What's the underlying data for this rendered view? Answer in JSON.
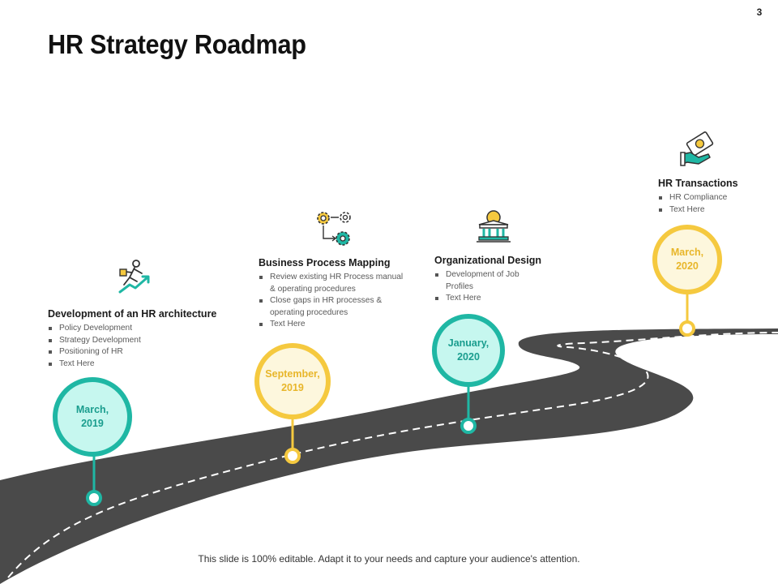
{
  "slide": {
    "page_number": "3",
    "title": "HR Strategy Roadmap",
    "footer": "This slide is 100% editable. Adapt it to your needs and capture your audience's attention."
  },
  "colors": {
    "teal": "#1fb7a4",
    "teal_fill": "#c6f7ef",
    "yellow": "#f5c93f",
    "yellow_fill": "#fdf7dd",
    "road": "#4a4a4a"
  },
  "stages": [
    {
      "heading": "Development of an HR architecture",
      "date": "March,\n2019",
      "icon": "businessman-growth-arrow-icon",
      "items": [
        "Policy Development",
        "Strategy Development",
        "Positioning of HR",
        "Text Here"
      ]
    },
    {
      "heading": "Business Process Mapping",
      "date": "September,\n2019",
      "icon": "gears-process-icon",
      "items": [
        "Review existing HR Process manual & operating procedures",
        "Close gaps in HR processes & operating procedures",
        "Text Here"
      ]
    },
    {
      "heading": "Organizational Design",
      "date": "January,\n2020",
      "icon": "institution-building-icon",
      "items": [
        "Development of Job Profiles",
        "Text Here"
      ]
    },
    {
      "heading": "HR Transactions",
      "date": "March,\n2020",
      "icon": "hand-money-icon",
      "items": [
        "HR Compliance",
        "Text Here"
      ]
    }
  ]
}
